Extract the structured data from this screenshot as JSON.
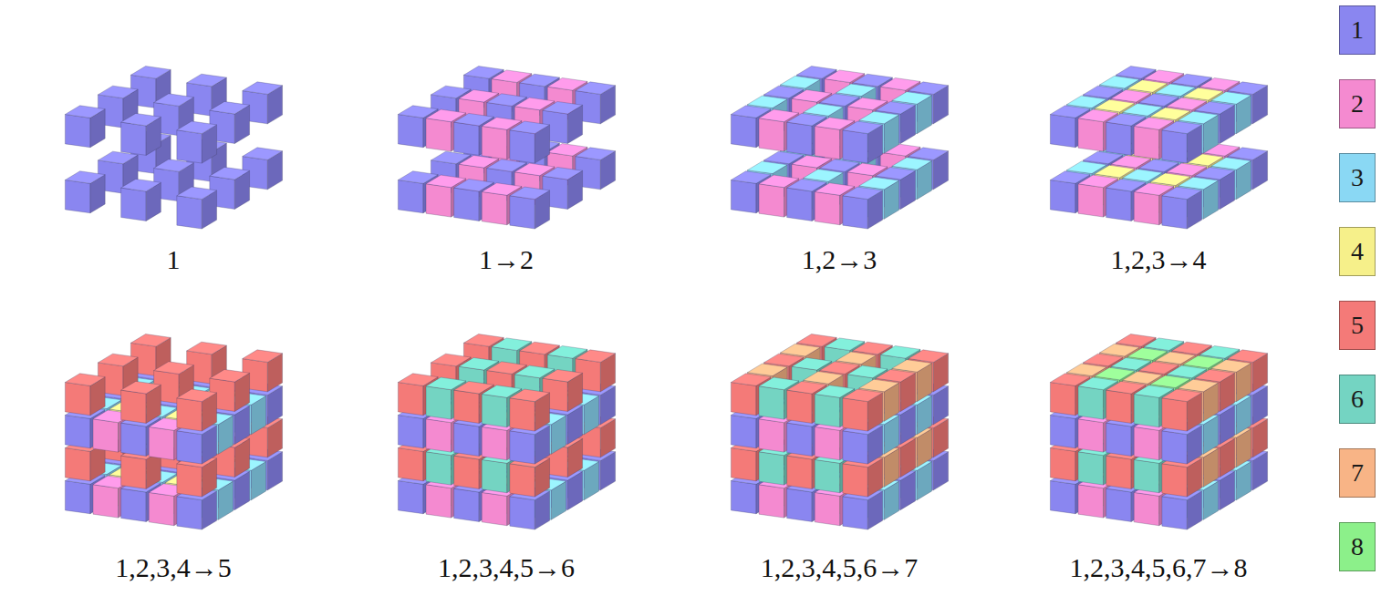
{
  "diagram": {
    "labels": [
      "1",
      "1→2",
      "1,2→3",
      "1,2,3→4",
      "1,2,3,4→5",
      "1,2,3,4,5→6",
      "1,2,3,4,5,6→7",
      "1,2,3,4,5,6,7→8"
    ],
    "legend": [
      {
        "text": "1",
        "color": "#8a86f0"
      },
      {
        "text": "2",
        "color": "#f48ad0"
      },
      {
        "text": "3",
        "color": "#8ad8f4"
      },
      {
        "text": "4",
        "color": "#f6f08a"
      },
      {
        "text": "5",
        "color": "#f47a78"
      },
      {
        "text": "6",
        "color": "#74d4c2"
      },
      {
        "text": "7",
        "color": "#f8b486"
      },
      {
        "text": "8",
        "color": "#8cf08a"
      }
    ]
  }
}
